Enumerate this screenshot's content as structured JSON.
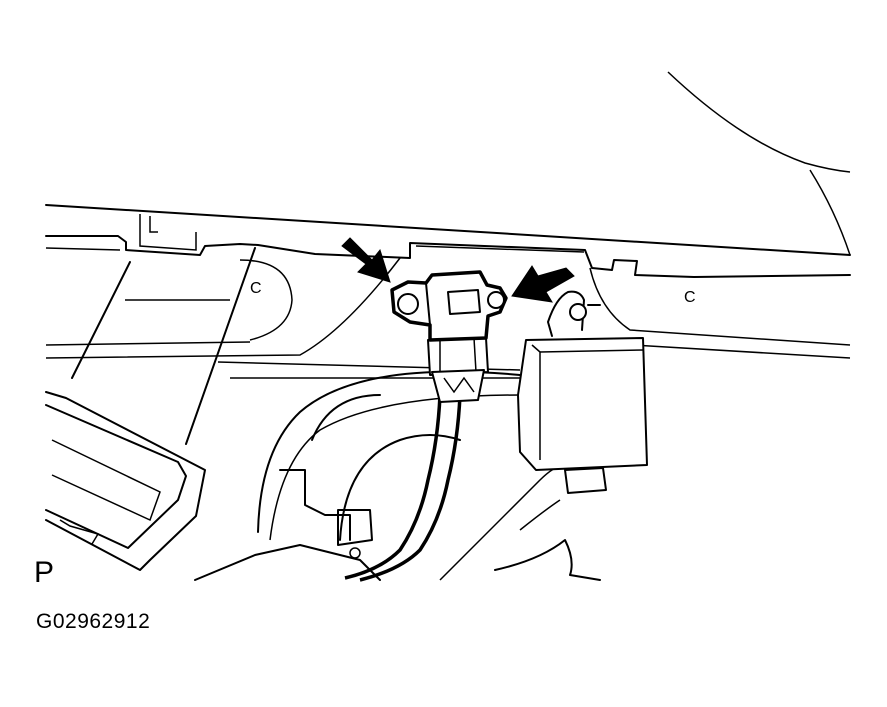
{
  "diagram": {
    "view_label": "P",
    "figure_id": "G02962912",
    "clip_marks": [
      "C",
      "C"
    ]
  }
}
